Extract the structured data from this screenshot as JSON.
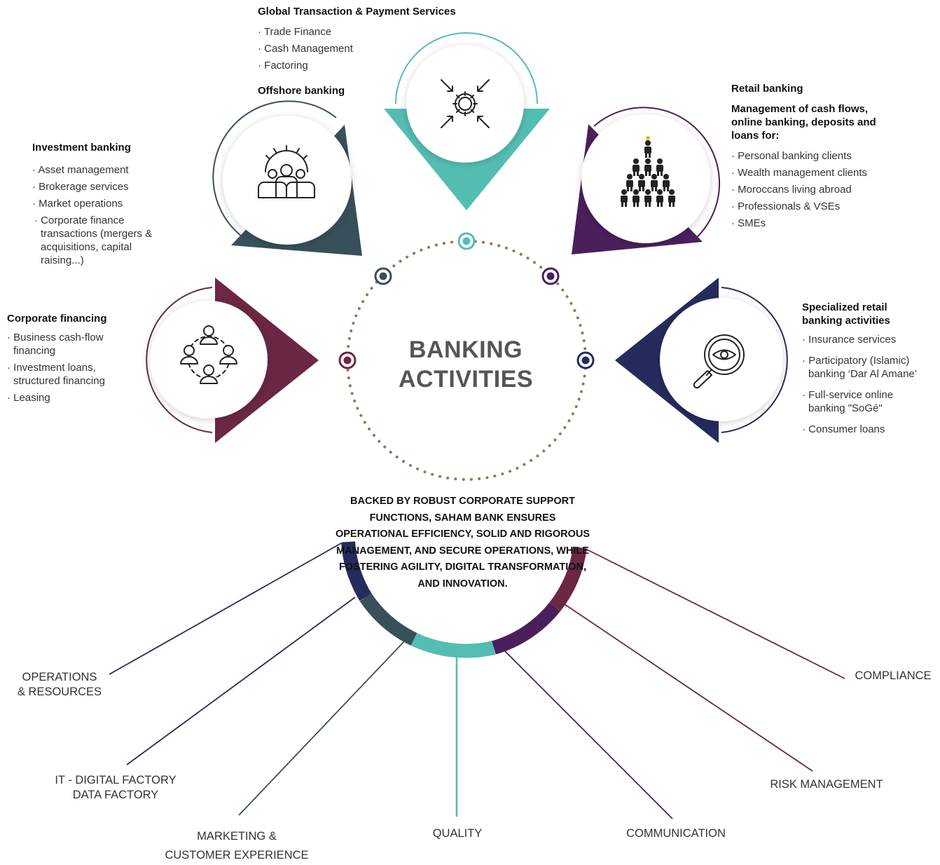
{
  "center": {
    "line1": "BANKING",
    "line2": "ACTIVITIES"
  },
  "activities": {
    "gtps": {
      "title": "Global Transaction & Payment Services",
      "items": [
        "Trade Finance",
        "Cash Management",
        "Factoring"
      ],
      "icon": "converging-arrows-gear-icon",
      "color": "#54bdb1"
    },
    "offshore": {
      "title": "Offshore banking",
      "icon": "team-gear-icon",
      "color": "#38505a"
    },
    "investment": {
      "title": "Investment banking",
      "items": [
        "Asset management",
        "Brokerage services",
        "Market operations",
        "Corporate finance transactions (mergers & acquisitions, capital raising...)"
      ]
    },
    "corporate": {
      "title": "Corporate financing",
      "items": [
        "Business cash-flow financing",
        "Investment loans, structured financing",
        "Leasing"
      ],
      "icon": "network-people-icon",
      "color": "#6b2743"
    },
    "retail": {
      "title": "Retail banking",
      "subtitle": "Management of cash flows, online banking, deposits and loans for:",
      "items": [
        "Personal banking clients",
        "Wealth management clients",
        "Moroccans living abroad",
        "Professionals & VSEs",
        "SMEs"
      ],
      "icon": "people-pyramid-icon",
      "color": "#4a1f5c"
    },
    "specialized": {
      "title": "Specialized retail banking activities",
      "items": [
        "Insurance services",
        "Participatory (Islamic) banking ‘Dar Al Amane’",
        "Full-service online banking \"SoGé\"",
        "Consumer loans"
      ],
      "icon": "magnifier-eye-icon",
      "color": "#252b5c"
    }
  },
  "support_text": "BACKED BY ROBUST CORPORATE SUPPORT FUNCTIONS, SAHAM BANK ENSURES OPERATIONAL EFFICIENCY, SOLID AND RIGOROUS MANAGEMENT, AND SECURE OPERATIONS, WHILE FOSTERING AGILITY, DIGITAL TRANSFORMATION, AND INNOVATION.",
  "functions": {
    "operations": {
      "line1": "OPERATIONS",
      "line2": "& RESOURCES",
      "color": "#252b5c"
    },
    "it": {
      "line1": "IT - DIGITAL FACTORY",
      "line2": "DATA FACTORY",
      "color": "#252b5c"
    },
    "marketing": {
      "line1": "MARKETING &",
      "line2": "CUSTOMER EXPERIENCE",
      "color": "#38505a"
    },
    "quality": {
      "line1": "QUALITY",
      "color": "#54bdb1"
    },
    "communication": {
      "line1": "COMMUNICATION",
      "color": "#4a1f5c"
    },
    "risk": {
      "line1": "RISK MANAGEMENT",
      "color": "#6b2743"
    },
    "compliance": {
      "line1": "COMPLIANCE",
      "color": "#6b2743"
    }
  },
  "colors": {
    "teal": "#54bdb1",
    "slate": "#38505a",
    "maroon": "#6b2743",
    "purple": "#4a1f5c",
    "navy": "#252b5c",
    "dots": "#8c7a55"
  }
}
